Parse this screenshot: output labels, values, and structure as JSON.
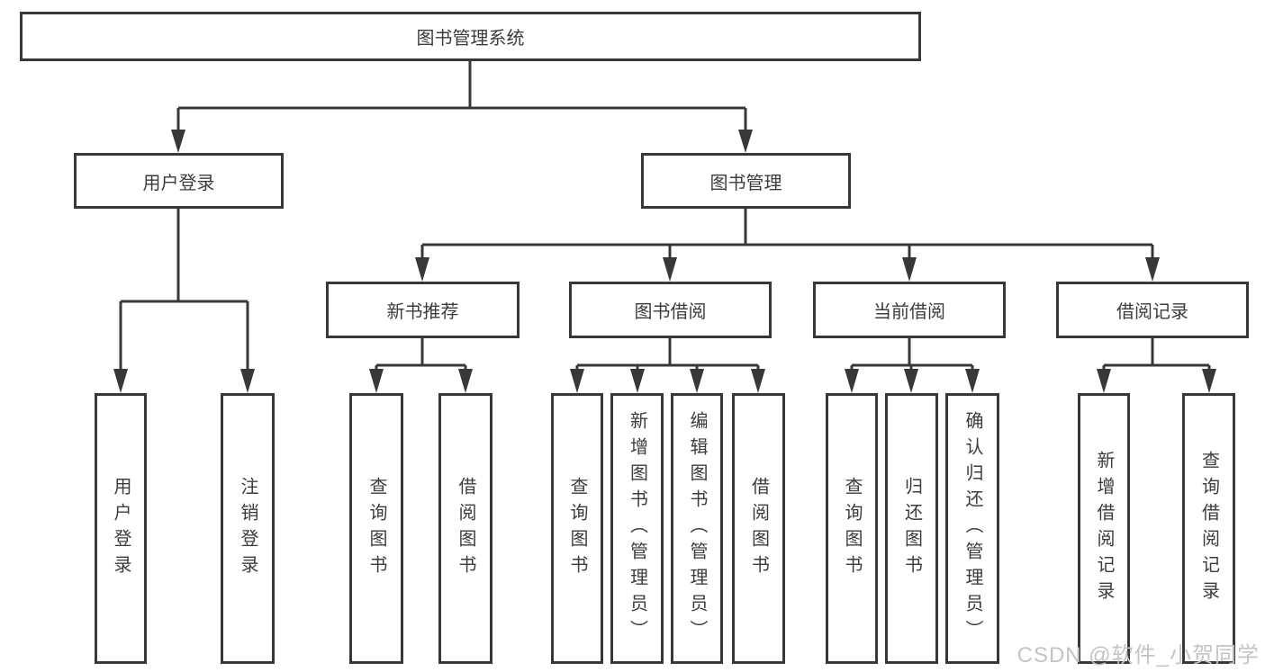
{
  "colors": {
    "line": "#383838",
    "box_border": "#383838",
    "text": "#3c3c3c",
    "background": "#ffffff",
    "watermark": "#c4c4c4"
  },
  "watermark": {
    "text": "CSDN @软件_小贺同学"
  },
  "tree": {
    "root": "图书管理系统",
    "children": [
      {
        "label": "用户登录",
        "children": [
          {
            "label": "用户登录"
          },
          {
            "label": "注销登录"
          }
        ]
      },
      {
        "label": "图书管理",
        "children": [
          {
            "label": "新书推荐",
            "children": [
              {
                "label": "查询图书"
              },
              {
                "label": "借阅图书"
              }
            ]
          },
          {
            "label": "图书借阅",
            "children": [
              {
                "label": "查询图书"
              },
              {
                "label": "新增图书（管理员）"
              },
              {
                "label": "编辑图书（管理员）"
              },
              {
                "label": "借阅图书"
              }
            ]
          },
          {
            "label": "当前借阅",
            "children": [
              {
                "label": "查询图书"
              },
              {
                "label": "归还图书"
              },
              {
                "label": "确认归还（管理员）"
              }
            ]
          },
          {
            "label": "借阅记录",
            "children": [
              {
                "label": "新增借阅记录"
              },
              {
                "label": "查询借阅记录"
              }
            ]
          }
        ]
      }
    ]
  }
}
